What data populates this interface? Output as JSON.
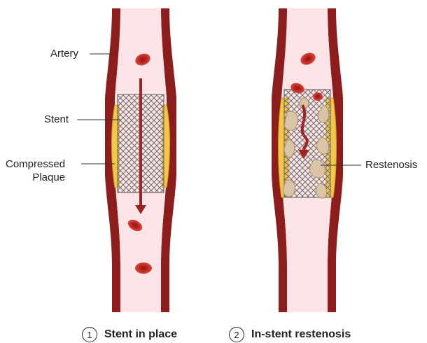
{
  "labels": {
    "artery": "Artery",
    "stent": "Stent",
    "compressed_plaque": "Compressed\nPlaque",
    "restenosis": "Restenosis"
  },
  "captions": [
    {
      "number": "1",
      "text": "Stent in place"
    },
    {
      "number": "2",
      "text": "In-stent restenosis"
    }
  ],
  "colors": {
    "vessel_wall": "#8b1d1d",
    "lumen": "#fbe3e6",
    "plaque": "#f2c64a",
    "stent_mesh": "#6f6f6f",
    "blood_cell": "#c9302c",
    "flow_arrow": "#9c2424",
    "restenosis_tissue": "#d9c4a8"
  }
}
